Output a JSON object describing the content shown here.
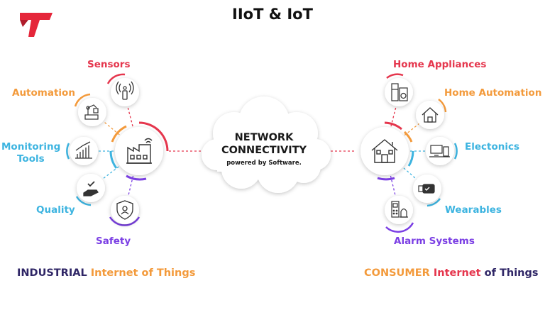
{
  "title": "IIoT & IoT",
  "cloud": {
    "line1": "NETWORK",
    "line2": "CONNECTIVITY",
    "line3": "powered by Software."
  },
  "industrial": {
    "labels": {
      "sensors": "Sensors",
      "automation": "Automation",
      "monitoring_1": "Monitoring",
      "monitoring_2": "Tools",
      "quality": "Quality",
      "safety": "Safety"
    },
    "footer_a": "INDUSTRIAL",
    "footer_b": " Internet of Things"
  },
  "consumer": {
    "labels": {
      "home_appliances": "Home Appliances",
      "home_automation": "Home Automation",
      "electronics": "Electonics",
      "wearables": "Wearables",
      "alarm": "Alarm Systems"
    },
    "footer_a": "CONSUMER",
    "footer_b": " Internet ",
    "footer_c": "of Things"
  },
  "colors": {
    "red": "#e5364d",
    "orange": "#f39a3b",
    "blue": "#3db4e0",
    "purple": "#7b3fe4",
    "navy": "#2f2666",
    "dark": "#1a1a1a"
  },
  "icons": {
    "logo": "brand-logo-icon",
    "factory": "factory-icon",
    "house": "house-icon"
  }
}
